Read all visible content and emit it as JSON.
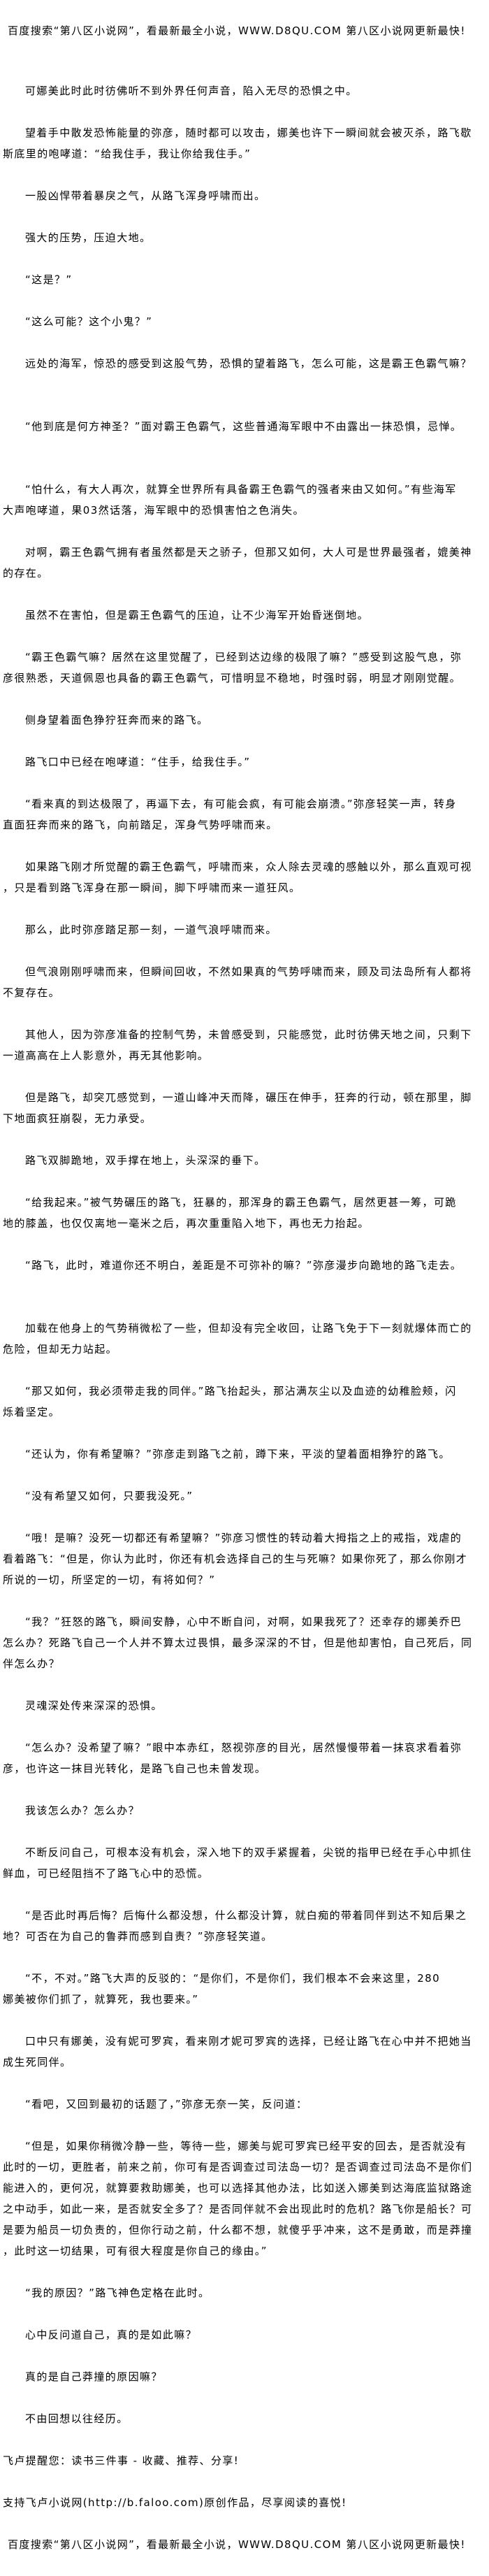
{
  "header": {
    "ad_text": "百度搜索“第八区小说网”，看最新最全小说，WWW.D8QU.COM   第八区小说网更新最快!"
  },
  "story": {
    "paragraphs": [
      {
        "lines": [
          "可娜美此时此时彷佛听不到外界任何声音，陷入无尽的恐惧之中。"
        ]
      },
      {
        "lines": [
          "望着手中散发恐怖能量的弥彦，随时都可以攻击，娜美也许下一瞬间就会被灭杀，路飞歇",
          "斯底里的咆哮道：“给我住手，我让你给我住手。”"
        ]
      },
      {
        "lines": [
          "一股凶悍带着暴戾之气，从路飞浑身呼啸而出。"
        ]
      },
      {
        "lines": [
          "强大的压势，压迫大地。"
        ]
      },
      {
        "lines": [
          "“这是？”"
        ]
      },
      {
        "lines": [
          "“这么可能？这个小鬼？”"
        ]
      },
      {
        "lines": [
          "远处的海军，惊恐的感受到这股气势，恐惧的望着路飞，怎么可能，这是霸王色霸气嘛？"
        ],
        "big": true
      },
      {
        "lines": [
          "“他到底是何方神圣？”面对霸王色霸气，这些普通海军眼中不由露出一抹恐惧，忌惮。"
        ],
        "big": true
      },
      {
        "lines": [
          "“怕什么，有大人再次，就算全世界所有具备霸王色霸气的强者来由又如何。”有些海军",
          "大声咆哮道，果03然话落，海军眼中的恐惧害怕之色消失。"
        ]
      },
      {
        "lines": [
          "对啊，霸王色霸气拥有者虽然都是天之骄子，但那又如何，大人可是世界最强者，媲美神",
          "的存在。"
        ]
      },
      {
        "lines": [
          "虽然不在害怕，但是霸王色霸气的压迫，让不少海军开始昏迷倒地。"
        ]
      },
      {
        "lines": [
          "“霸王色霸气嘛？居然在这里觉醒了，已经到达边缘的极限了嘛？”感受到这股气息，弥",
          "彦很熟悉，天道佩恩也具备的霸王色霸气，可惜明显不稳地，时强时弱，明显才刚刚觉醒。"
        ]
      },
      {
        "lines": [
          "侧身望着面色狰狞狂奔而来的路飞。"
        ]
      },
      {
        "lines": [
          "路飞口中已经在咆哮道：“住手，给我住手。”"
        ]
      },
      {
        "lines": [
          "“看来真的到达极限了，再逼下去，有可能会疯，有可能会崩溃。”弥彦轻笑一声，转身",
          "直面狂奔而来的路飞，向前踏足，浑身气势呼啸而来。"
        ]
      },
      {
        "lines": [
          "如果路飞刚才所觉醒的霸王色霸气，呼啸而来，众人除去灵魂的感触以外，那么直观可视",
          "，只是看到路飞浑身在那一瞬间，脚下呼啸而来一道狂风。"
        ]
      },
      {
        "lines": [
          "那么，此时弥彦踏足那一刻，一道气浪呼啸而来。"
        ]
      },
      {
        "lines": [
          "但气浪刚刚呼啸而来，但瞬间回收，不然如果真的气势呼啸而来，顾及司法岛所有人都将",
          "不复存在。"
        ]
      },
      {
        "lines": [
          "其他人，因为弥彦准备的控制气势，未曾感受到，只能感觉，此时彷佛天地之间，只剩下",
          "一道高高在上人影意外，再无其他影响。"
        ]
      },
      {
        "lines": [
          "但是路飞，却突兀感觉到，一道山峰冲天而降，碾压在伸手，狂奔的行动，顿在那里，脚",
          "下地面疯狂崩裂，无力承受。"
        ]
      },
      {
        "lines": [
          "路飞双脚跪地，双手撑在地上，头深深的垂下。"
        ]
      },
      {
        "lines": [
          "“给我起来。”被气势碾压的路飞，狂暴的，那浑身的霸王色霸气，居然更甚一筹，可跪",
          "地的膝盖，也仅仅离地一毫米之后，再次重重陷入地下，再也无力抬起。"
        ]
      },
      {
        "lines": [
          "“路飞，此时，难道你还不明白，差距是不可弥补的嘛？”弥彦漫步向跪地的路飞走去。"
        ],
        "big": true
      },
      {
        "lines": [
          "加载在他身上的气势稍微松了一些，但却没有完全收回，让路飞免于下一刻就爆体而亡的",
          "危险，但却无力站起。"
        ]
      },
      {
        "lines": [
          "“那又如何，我必须带走我的同伴。”路飞抬起头，那沾满灰尘以及血迹的幼稚脸颊，闪",
          "烁着坚定。"
        ]
      },
      {
        "lines": [
          "“还认为，你有希望嘛？”弥彦走到路飞之前，蹲下来，平淡的望着面相狰狞的路飞。"
        ]
      },
      {
        "lines": [
          "“没有希望又如何，只要我没死。”"
        ]
      },
      {
        "lines": [
          "“哦！是嘛？没死一切都还有希望嘛？”弥彦习惯性的转动着大拇指之上的戒指，戏虐的",
          "看着路飞：“但是，你认为此时，你还有机会选择自己的生与死嘛？如果你死了，那么你刚才",
          "所说的一切，所坚定的一切，有将如何？”"
        ]
      },
      {
        "lines": [
          "“我？”狂怒的路飞，瞬间安静，心中不断自问，对啊，如果我死了？还幸存的娜美乔巴",
          "怎么办？死路飞自己一个人并不算太过畏惧，最多深深的不甘，但是他却害怕，自己死后，同",
          "伴怎么办？"
        ]
      },
      {
        "lines": [
          "灵魂深处传来深深的恐惧。"
        ]
      },
      {
        "lines": [
          "“怎么办？没希望了嘛？”眼中本赤红，怒视弥彦的目光，居然慢慢带着一抹哀求看着弥",
          "彦，也许这一抹目光转化，是路飞自己也未曾发现。"
        ]
      },
      {
        "lines": [
          "我该怎么办？怎么办？"
        ]
      },
      {
        "lines": [
          "不断反问自己，可根本没有机会，深入地下的双手紧握着，尖锐的指甲已经在手心中抓住",
          "鲜血，可已经阻挡不了路飞心中的恐慌。"
        ]
      },
      {
        "lines": [
          "“是否此时再后悔？后悔什么都没想，什么都没计算，就白痴的带着同伴到达不知后果之",
          "地？可否在为自己的鲁莽而感到自责？”弥彦轻笑道。"
        ]
      },
      {
        "lines": [
          "“不，不对。”路飞大声的反驳的：“是你们，不是你们，我们根本不会来这里，280",
          "娜美被你们抓了，就算死，我也要来。”"
        ]
      },
      {
        "lines": [
          "口中只有娜美，没有妮可罗宾，看来刚才妮可罗宾的选择，已经让路飞在心中并不把她当",
          "成生死同伴。"
        ]
      },
      {
        "lines": [
          "“看吧，又回到最初的话题了，”弥彦无奈一笑，反问道："
        ]
      },
      {
        "lines": [
          "“但是，如果你稍微冷静一些，等待一些，娜美与妮可罗宾已经平安的回去，是否就没有",
          "此时的一切，更胜者，前来之前，你可有是否调查过司法岛一切？是否调查过司法岛不是你们",
          "能进入的，更何况，就算要救助娜美，也可以选择其他办法，比如送入娜美到达海底监狱路途",
          "之中动手，如此一来，是否就安全多了？是否同伴就不会出现此时的危机？路飞你是船长？可",
          "是要为船员一切负责的，但你行动之前，什么都不想，就傻乎乎冲来，这不是勇敢，而是莽撞",
          "，此时这一切结果，可有很大程度是你自己的缘由。”"
        ]
      },
      {
        "lines": [
          "“我的原因？”路飞神色定格在此时。"
        ]
      },
      {
        "lines": [
          "心中反问道自己，真的是如此嘛？"
        ]
      },
      {
        "lines": [
          "真的是自己莽撞的原因嘛？"
        ]
      },
      {
        "lines": [
          "不由回想以往经历。"
        ]
      }
    ]
  },
  "footer": {
    "reminder": "飞卢提醒您：读书三件事 - 收藏、推荐、分享!",
    "support": "支持飞卢小说网(http://b.faloo.com)原创作品，尽享阅读的喜悦!",
    "ad_text": "百度搜索“第八区小说网”，看最新最全小说，WWW.D8QU.COM   第八区小说网更新最快!"
  }
}
